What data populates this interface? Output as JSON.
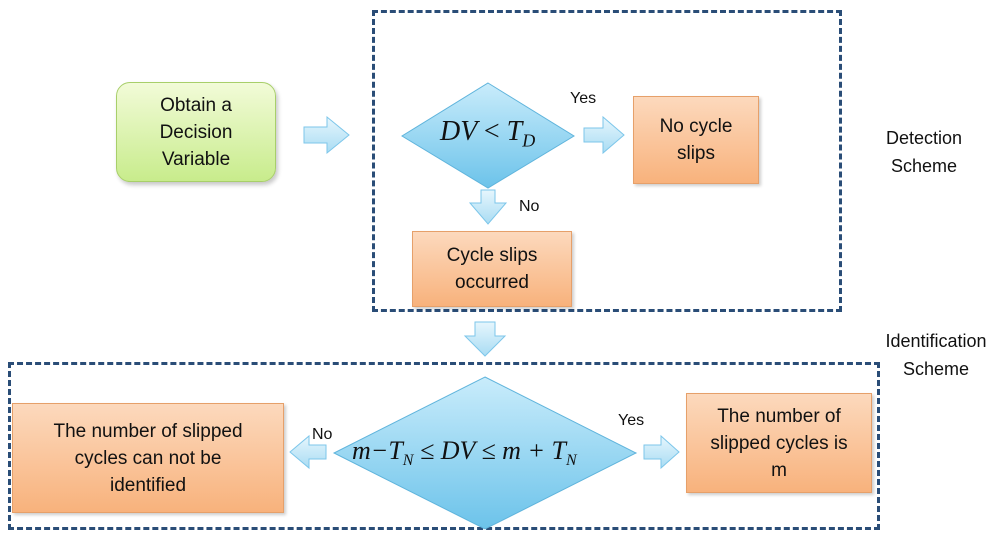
{
  "start": {
    "lines": [
      "Obtain a",
      "Decision",
      "Variable"
    ]
  },
  "detection": {
    "label": [
      "Detection",
      "Scheme"
    ],
    "condition": {
      "lhs": "DV",
      "op": "<",
      "rhs": "T",
      "sub": "D"
    },
    "yes_label": "Yes",
    "no_label": "No",
    "yes_result": {
      "lines": [
        "No cycle",
        "slips"
      ]
    },
    "no_result": {
      "lines": [
        "Cycle slips",
        "occurred"
      ]
    }
  },
  "identification": {
    "label": [
      "Identification",
      "Scheme"
    ],
    "condition": {
      "part1": "m−T",
      "sub1": "N",
      "part2": " ≤ DV ≤ m + T",
      "sub2": "N"
    },
    "yes_label": "Yes",
    "no_label": "No",
    "yes_result": {
      "lines": [
        "The number of",
        "slipped cycles is",
        "m"
      ]
    },
    "no_result": {
      "lines": [
        "The number of slipped",
        "cycles can not be",
        "identified"
      ]
    }
  },
  "colors": {
    "dash": "#2a4d77",
    "arrow": "#bfe6f8",
    "diamond": "#8fd3f0",
    "orange": "#f8b27c",
    "green": "#c8ec8c"
  }
}
